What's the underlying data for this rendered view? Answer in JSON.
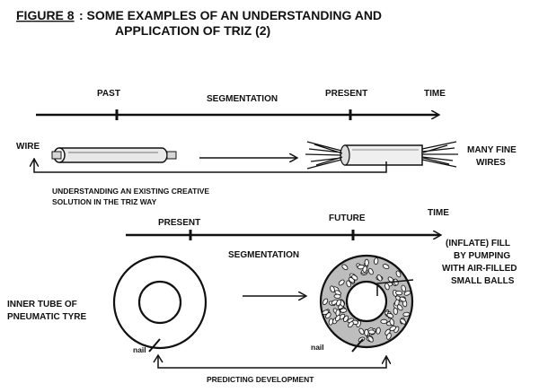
{
  "figure": {
    "title_label": "FIGURE 8",
    "title_rest": ":  SOME EXAMPLES OF AN UNDERSTANDING AND",
    "title_line2": "APPLICATION OF TRIZ  (2)"
  },
  "upper_example": {
    "timeline": {
      "past": "PAST",
      "segmentation": "SEGMENTATION",
      "present": "PRESENT",
      "time": "TIME"
    },
    "wire": "WIRE",
    "many_fine_wires_1": "MANY FINE",
    "many_fine_wires_2": "WIRES",
    "caption_1": "UNDERSTANDING AN EXISTING CREATIVE",
    "caption_2": "SOLUTION IN THE TRIZ WAY"
  },
  "lower_example": {
    "timeline": {
      "present": "PRESENT",
      "future": "FUTURE",
      "time": "TIME",
      "segmentation": "SEGMENTATION"
    },
    "fill_1": "(INFLATE) FILL",
    "fill_2": "BY PUMPING",
    "fill_3": "WITH AIR-FILLED",
    "fill_4": "SMALL BALLS",
    "inner_tube_1": "INNER TUBE OF",
    "inner_tube_2": "PNEUMATIC TYRE",
    "nail_left": "nail",
    "nail_right": "nail",
    "caption": "PREDICTING  DEVELOPMENT"
  }
}
